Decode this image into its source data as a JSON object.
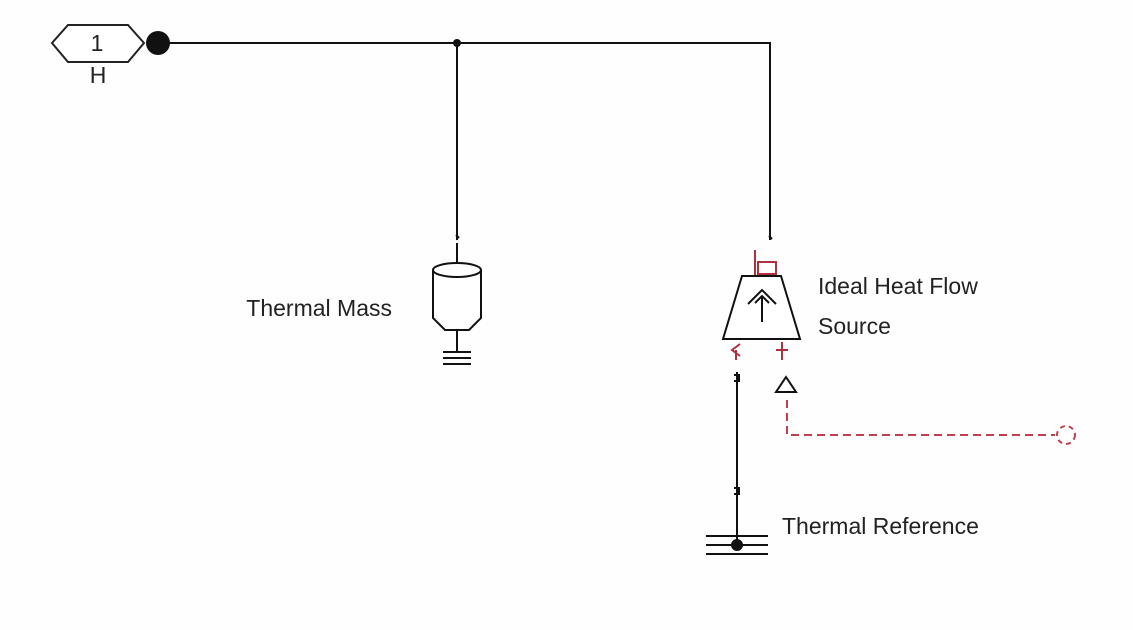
{
  "inport": {
    "number": "1",
    "name": "H"
  },
  "blocks": {
    "thermal_mass": {
      "label": "Thermal Mass"
    },
    "heat_source": {
      "label_line1": "Ideal Heat Flow",
      "label_line2": "Source"
    },
    "thermal_reference": {
      "label": "Thermal Reference"
    }
  },
  "colors": {
    "line": "#111111",
    "port": "#b03040",
    "signal": "#c04050"
  }
}
